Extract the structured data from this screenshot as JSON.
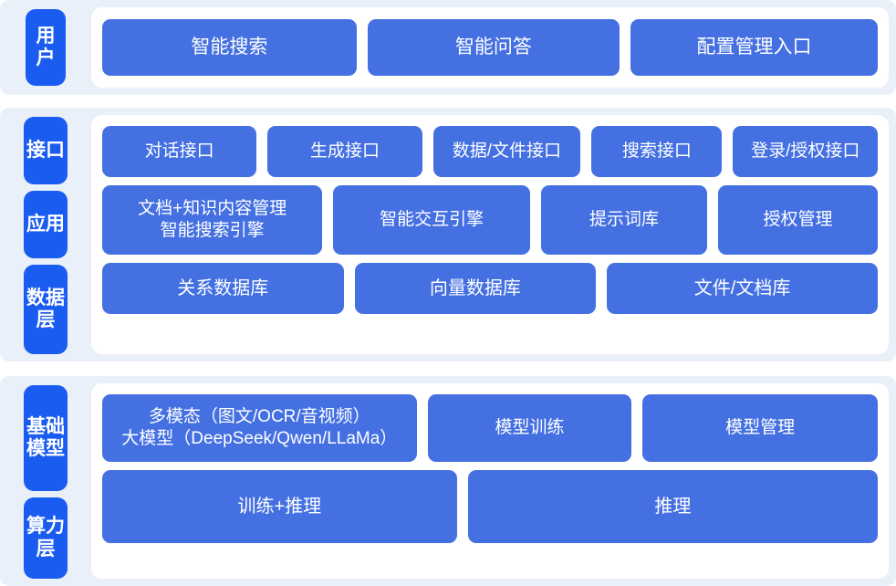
{
  "sections": [
    {
      "id": "user",
      "tabs": [
        "用户"
      ],
      "rows": [
        {
          "id": "user-row",
          "nodes": [
            {
              "lines": [
                "智能搜索"
              ]
            },
            {
              "lines": [
                "智能问答"
              ]
            },
            {
              "lines": [
                "配置管理入口"
              ]
            }
          ]
        }
      ]
    },
    {
      "id": "middle",
      "tabs": [
        "接口",
        "应用",
        "数据层"
      ],
      "rows": [
        {
          "id": "interface-row",
          "nodes": [
            {
              "lines": [
                "对话接口"
              ]
            },
            {
              "lines": [
                "生成接口"
              ]
            },
            {
              "lines": [
                "数据/文件接口"
              ]
            },
            {
              "lines": [
                "搜索接口"
              ]
            },
            {
              "lines": [
                "登录/授权接口"
              ]
            }
          ]
        },
        {
          "id": "application-row",
          "nodes": [
            {
              "lines": [
                "文档+知识内容管理",
                "智能搜索引擎"
              ]
            },
            {
              "lines": [
                "智能交互引擎"
              ]
            },
            {
              "lines": [
                "提示词库"
              ]
            },
            {
              "lines": [
                "授权管理"
              ]
            }
          ]
        },
        {
          "id": "data-row",
          "nodes": [
            {
              "lines": [
                "关系数据库"
              ]
            },
            {
              "lines": [
                "向量数据库"
              ]
            },
            {
              "lines": [
                "文件/文档库"
              ]
            }
          ]
        }
      ]
    },
    {
      "id": "bottom",
      "tabs": [
        "基础模型",
        "算力层"
      ],
      "rows": [
        {
          "id": "model-row",
          "nodes": [
            {
              "lines": [
                "多模态（图文/OCR/音视频）",
                "大模型（DeepSeek/Qwen/LLaMa）"
              ]
            },
            {
              "lines": [
                "模型训练"
              ]
            },
            {
              "lines": [
                "模型管理"
              ]
            }
          ]
        },
        {
          "id": "power-row",
          "nodes": [
            {
              "lines": [
                "训练+推理"
              ]
            },
            {
              "lines": [
                "推理"
              ]
            }
          ]
        }
      ]
    }
  ],
  "colors": {
    "band_background": "#eaf0f9",
    "card_background": "#ffffff",
    "tab_blue": "#1b5cf0",
    "node_blue": "#4470e2",
    "text_white": "#ffffff",
    "page_background": "#ffffff"
  }
}
